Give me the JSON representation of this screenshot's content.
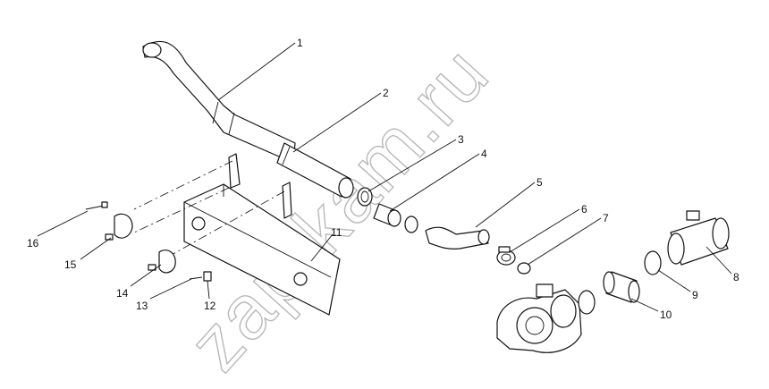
{
  "watermark": "zap-kam.ru",
  "callouts": [
    "1",
    "2",
    "3",
    "4",
    "5",
    "6",
    "7",
    "8",
    "9",
    "10",
    "11",
    "12",
    "13",
    "14",
    "15",
    "16"
  ]
}
